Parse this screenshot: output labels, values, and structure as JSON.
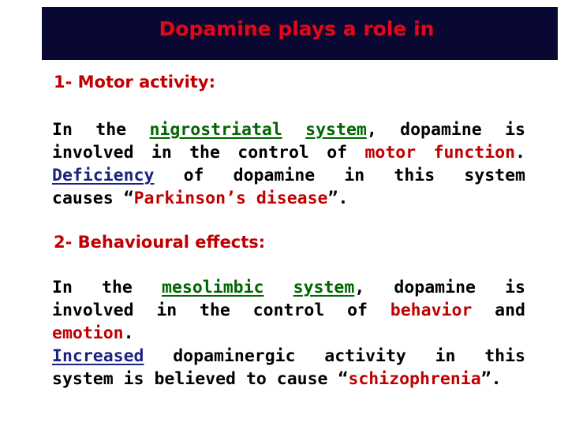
{
  "title": "Dopamine plays a role in",
  "colors": {
    "title_bar": "#080833",
    "title_text": "#e0081e",
    "heading": "#c00000",
    "accent_red": "#c00000",
    "accent_green": "#006600",
    "accent_blue": "#1a237e"
  },
  "section1": {
    "heading": "1- Motor activity:",
    "p1": "In the",
    "p2": "nigrostriatal",
    "p3": "system",
    "p4": ", dopamine is",
    "p5": "involved in the control of",
    "p6": "motor function",
    "p7": ".",
    "p8": "Deficiency",
    "p9": "of dopamine in this system",
    "p10": "causes “",
    "p11": "Parkinson’s disease",
    "p12": "”."
  },
  "section2": {
    "heading": "2- Behavioural effects:",
    "p1": "In the",
    "p2": "mesolimbic",
    "p3": "system",
    "p4": ", dopamine is",
    "p5": "involved in the control of",
    "p6": "behavior",
    "p7": "and",
    "p8": "emotion",
    "p9": ".",
    "p10": "Increased",
    "p11": "dopaminergic activity in this",
    "p12": "system is believed to cause “",
    "p13": "schizophrenia",
    "p14": "”."
  }
}
